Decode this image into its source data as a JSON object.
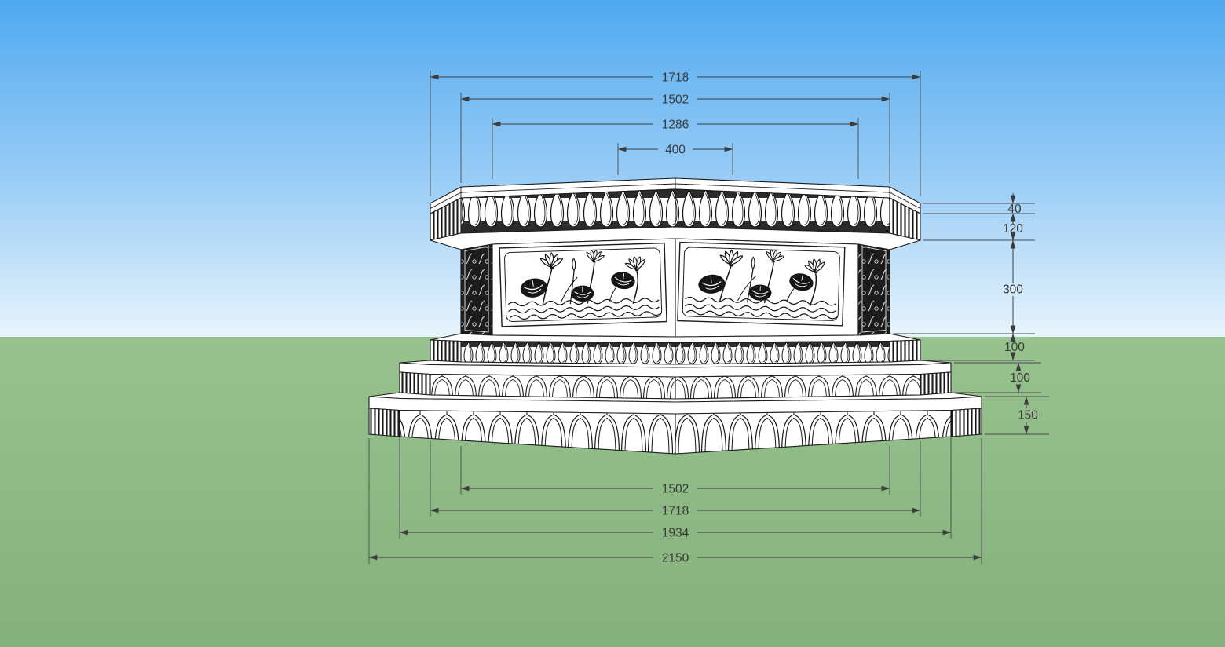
{
  "viewport": {
    "kind": "3d-model-view",
    "subject": "octagonal carved stone pedestal with lotus relief panels",
    "colors": {
      "sky_top": "#4fa9f0",
      "sky_horizon": "#e8f4fc",
      "ground": "#90bc87",
      "model_line": "#1c1c1c",
      "dimension_line": "#3c3c3c",
      "dimension_text": "#3a3a3a"
    }
  },
  "dimensions": {
    "top": [
      {
        "id": "crown-outer-width",
        "label": "1718"
      },
      {
        "id": "crown-facet-width",
        "label": "1502"
      },
      {
        "id": "body-facet-width",
        "label": "1286"
      },
      {
        "id": "top-cap-facet-width",
        "label": "400"
      }
    ],
    "right": [
      {
        "id": "top-rim-height",
        "label": "40"
      },
      {
        "id": "crown-band-height",
        "label": "120"
      },
      {
        "id": "body-height",
        "label": "300"
      },
      {
        "id": "lower-cornice-height",
        "label": "100"
      },
      {
        "id": "step1-height",
        "label": "100"
      },
      {
        "id": "step2-height",
        "label": "150"
      }
    ],
    "bottom": [
      {
        "id": "bottom-width-1",
        "label": "1502"
      },
      {
        "id": "bottom-width-2",
        "label": "1718"
      },
      {
        "id": "bottom-width-3",
        "label": "1934"
      },
      {
        "id": "bottom-width-4",
        "label": "2150"
      }
    ]
  }
}
